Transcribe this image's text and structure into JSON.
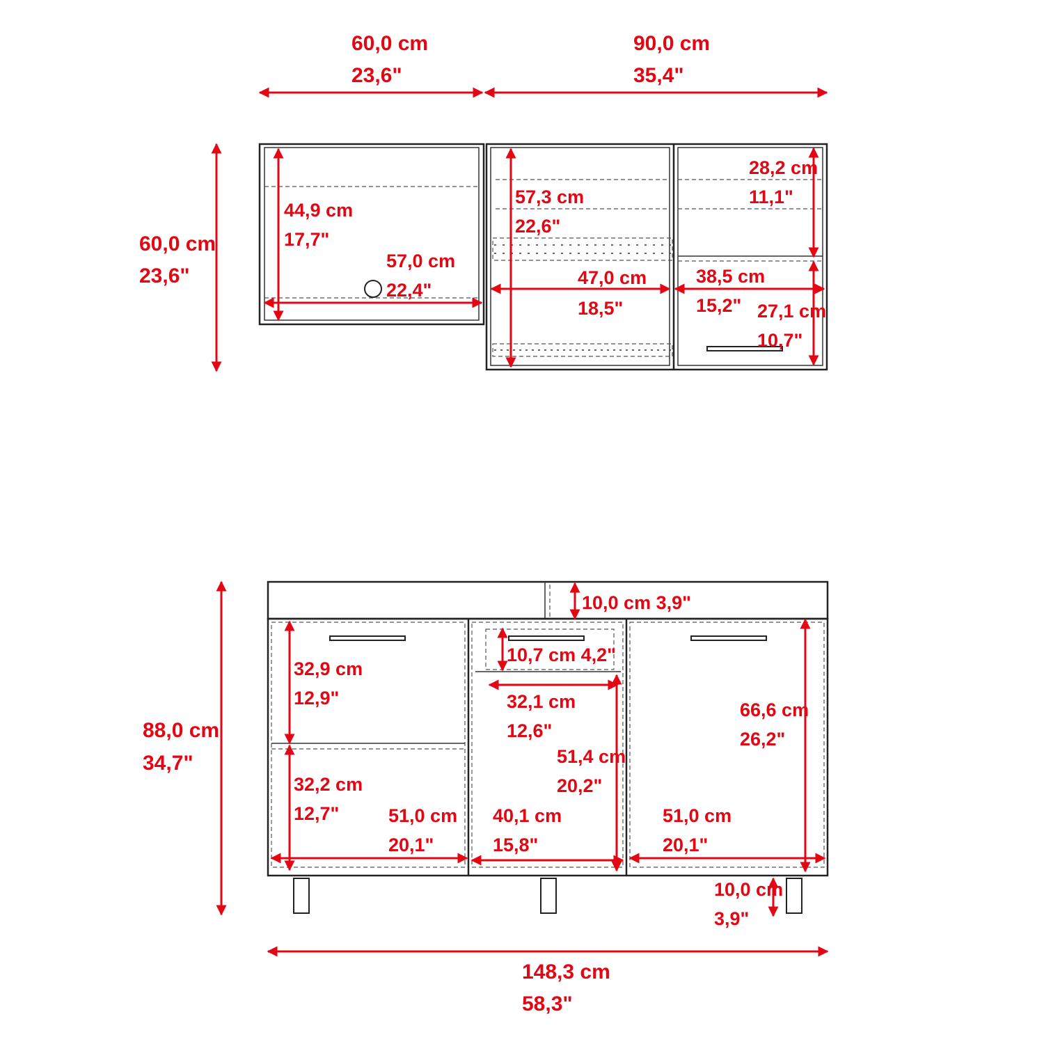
{
  "colors": {
    "dimension": "#e30613",
    "outline": "#222222",
    "background": "#ffffff"
  },
  "top_view": {
    "left_width": {
      "cm": "60,0 cm",
      "in": "23,6\""
    },
    "right_width": {
      "cm": "90,0 cm",
      "in": "35,4\""
    },
    "depth": {
      "cm": "60,0 cm",
      "in": "23,6\""
    },
    "left_inner_depth": {
      "cm": "44,9 cm",
      "in": "17,7\""
    },
    "left_inner_width": {
      "cm": "57,0 cm",
      "in": "22,4\""
    },
    "center_depth": {
      "cm": "57,3 cm",
      "in": "22,6\""
    },
    "center_width": {
      "cm": "47,0 cm",
      "in": "18,5\""
    },
    "right_upper_depth": {
      "cm": "28,2 cm",
      "in": "11,1\""
    },
    "right_width_inner": {
      "cm": "38,5 cm",
      "in": "15,2\""
    },
    "right_lower_depth": {
      "cm": "27,1 cm",
      "in": "10,7\""
    }
  },
  "front_view": {
    "height": {
      "cm": "88,0 cm",
      "in": "34,7\""
    },
    "top_height": {
      "text": "10,0 cm 3,9\""
    },
    "left_upper": {
      "cm": "32,9 cm",
      "in": "12,9\""
    },
    "left_lower": {
      "cm": "32,2 cm",
      "in": "12,7\""
    },
    "left_width": {
      "cm": "51,0 cm",
      "in": "20,1\""
    },
    "drawer": {
      "text": "10,7 cm 4,2\""
    },
    "center_inner_width": {
      "cm": "32,1 cm",
      "in": "12,6\""
    },
    "center_height": {
      "cm": "51,4 cm",
      "in": "20,2\""
    },
    "center_width": {
      "cm": "40,1 cm",
      "in": "15,8\""
    },
    "right_height": {
      "cm": "66,6 cm",
      "in": "26,2\""
    },
    "right_width": {
      "cm": "51,0 cm",
      "in": "20,1\""
    },
    "leg_height": {
      "cm": "10,0 cm",
      "in": "3,9\""
    },
    "total_width": {
      "cm": "148,3 cm",
      "in": "58,3\""
    }
  }
}
